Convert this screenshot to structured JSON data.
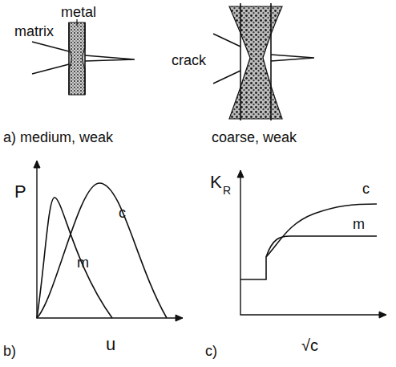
{
  "diagram": {
    "labels": [
      "metal",
      "matrix",
      "crack",
      "a) medium, weak",
      "coarse, weak",
      "P",
      "c",
      "m",
      "b)",
      "u",
      "K",
      "R",
      "c",
      "m",
      "c)",
      "√c"
    ]
  }
}
